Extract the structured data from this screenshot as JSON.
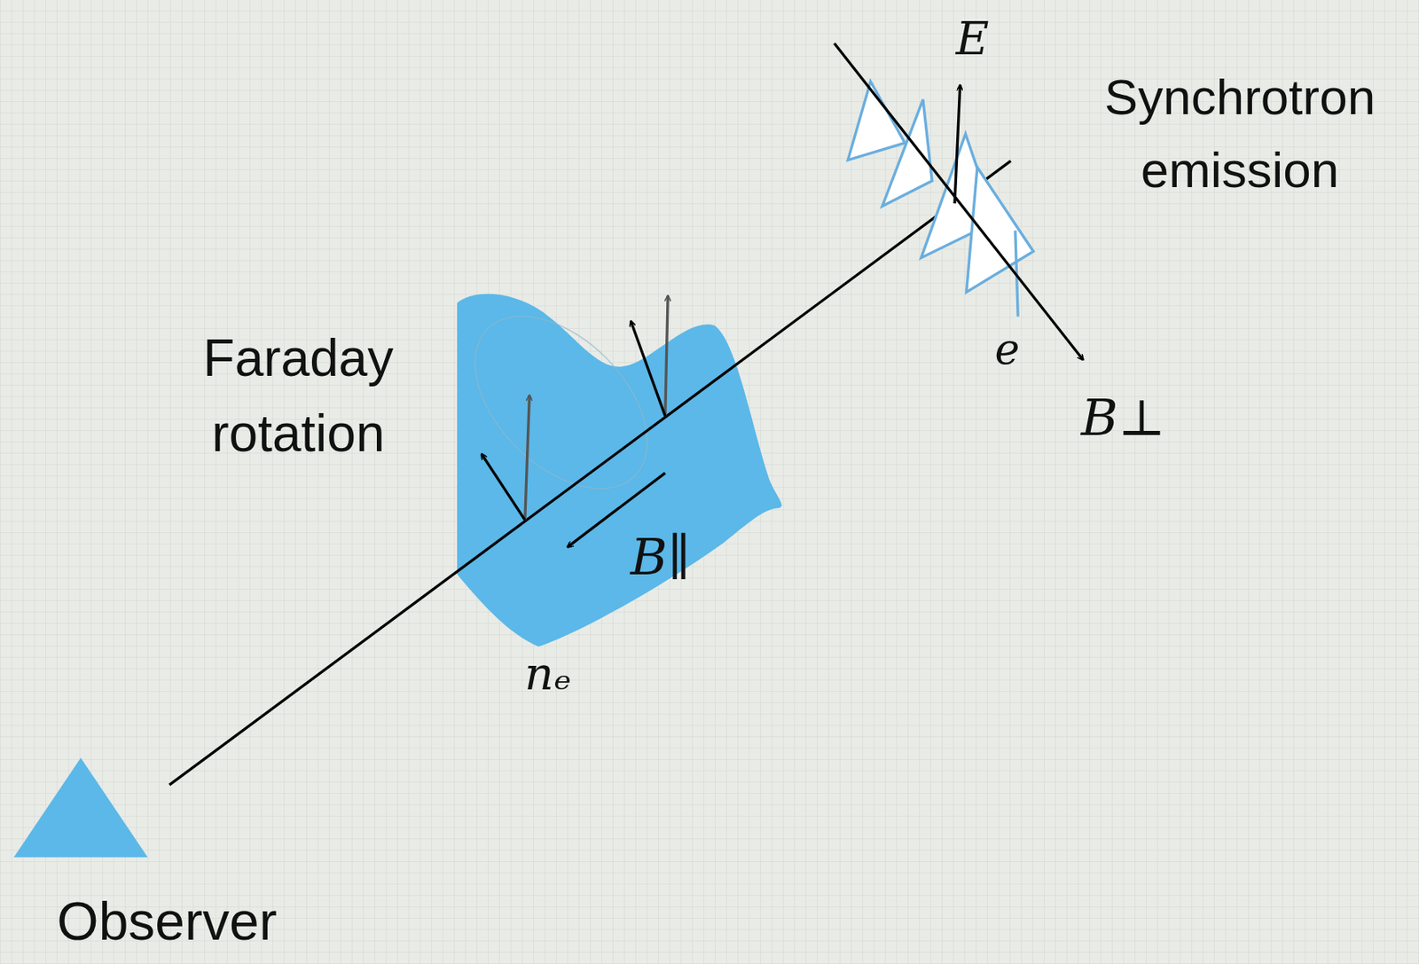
{
  "diagram": {
    "labels": [
      "Synchrotron emission",
      "E",
      "e",
      "B⊥",
      "Faraday rotation",
      "B∥",
      "nₑ",
      "Observer"
    ]
  }
}
